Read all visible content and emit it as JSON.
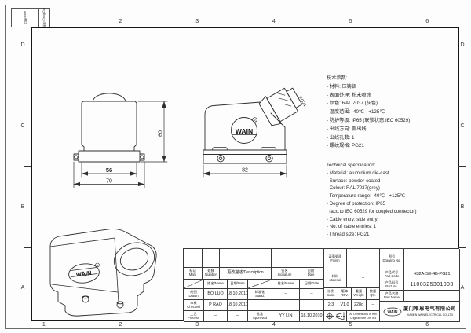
{
  "drawing": {
    "grid_columns": [
      "1",
      "2",
      "3",
      "4",
      "5",
      "6"
    ],
    "grid_rows": [
      "D",
      "C",
      "B",
      "A"
    ],
    "corner_strip": {
      "date_label": "日期/Date",
      "drwg_label": "图号/Drwg.Dat"
    },
    "front_view": {
      "dim_inner_width": "56",
      "dim_outer_width": "70",
      "dim_height": "60"
    },
    "side_view": {
      "dim_width": "82",
      "thread_label": "PG21",
      "logo_text": "WAIN",
      "registered_mark": "R"
    },
    "iso_view": {
      "logo_text": "WAIN",
      "registered_mark": "R"
    },
    "spec_cn": {
      "lines": [
        "技术参数:",
        "- 材料: 压铸铝",
        "- 表面处理: 粉末喷涂",
        "- 颜色: RAL 7037 (灰色)",
        "- 温度范围: -40℃ - +125℃",
        "- 防护等级: IP65 (联锁状态,IEC 60529)",
        "- 出线方向: 侧出线",
        "- 出线孔数: 1",
        "- 螺纹规格: PG21"
      ]
    },
    "spec_en": {
      "lines": [
        "Technical specification:",
        "- Material: aluminium die-cast",
        "- Surface: powder-coated",
        "- Colour: RAL 7037(grey)",
        "- Temperature range: -40℃ - +125℃",
        "- Degree of protection: IP65",
        "  (acc.to IEC 60529 for coupled connector)",
        "- Cable entry: side entry",
        "- No. of cable entries: 1",
        "- Thread size: PG21"
      ]
    }
  },
  "revision_table": {
    "headers": {
      "mark": "标记\nMark",
      "number": "处数\nNumber",
      "description": "更改描述/Description",
      "signature": "签名\nSignature",
      "date": "日期\nDate"
    },
    "subheaders": {
      "name1": "姓名/Name",
      "date1": "日期/Date",
      "name2": "姓名/Name",
      "date2": "日期/Date"
    },
    "rows": {
      "drawn": {
        "role": "绘图\nDrawn",
        "name": "BQ LUO",
        "date": "18.10.2010"
      },
      "stand": {
        "role": "标准化\nStand.",
        "name": "–",
        "date": "–"
      },
      "checked": {
        "role": "审核\nChecked",
        "name": "P RAO",
        "date": "18.10.2010"
      },
      "process": {
        "role": "工艺\nProcess",
        "name": "–",
        "date": "–"
      },
      "approved": {
        "role": "批准\nApproved",
        "name": "YY LIN",
        "date": "18.10.2010"
      }
    }
  },
  "title_block": {
    "finish": {
      "label": "表面处理\nFinish",
      "value": "–"
    },
    "material": {
      "label": "材料\nMaterial",
      "value": "–"
    },
    "scale": {
      "label": "比例\nScale",
      "value": "2:3"
    },
    "revision": {
      "label": "版本\nREV.",
      "value": "V1.0"
    },
    "weight": {
      "label": "重量\nWeight",
      "value": "228g"
    },
    "qty": {
      "label": "数量\nQty.",
      "value": "–"
    },
    "note": "All Dimensions in mm\nOriginal Size DIN A 4",
    "drawing_no": {
      "label": "图号\nDrawing No.",
      "value": "–"
    },
    "part_code": {
      "label": "产品代号\nPart Code",
      "value": "H32A-SE-4B-PG21"
    },
    "part_no": {
      "label": "产品料号\nPart No.",
      "value": "1100325301003"
    },
    "part_name": {
      "label": "产品名称\nPart Name",
      "value": "–"
    },
    "company": {
      "logo_text": "WAIN",
      "name_cn": "厦门唯恩电气有限公司",
      "name_en": "XIAMEN WAIN ELECTRICAL CO.,LTD"
    }
  }
}
